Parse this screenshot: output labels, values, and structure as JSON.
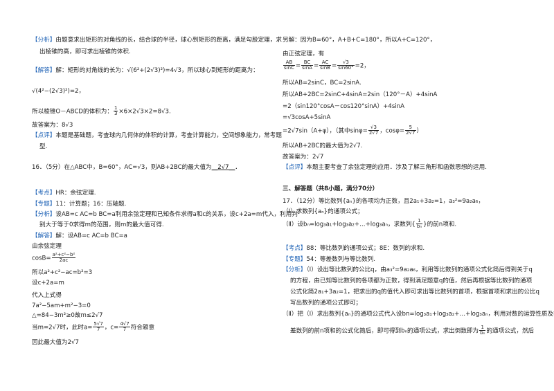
{
  "left_column": {
    "analysis_tag": "【分析】",
    "analysis_line1": "由题意求出矩形的对角线的长，结合球的半径，球心到矩形的距离，满足勾股定理，求",
    "analysis_line2": "出棱锥的高，即可求出棱锥的体积.",
    "solution_tag": "【解答】",
    "solution_line1": "解：矩形的对角线的长为：√(6²+(2√3)²)=4√3，所以球心到矩形的距离为：",
    "solution_line2": "√(4²−(2√3)²)=2，",
    "volume_prefix": "所以棱锥O－ABCD的体积为：",
    "volume_frac_num": "1",
    "volume_frac_den": "3",
    "volume_suffix": "×6×2√3×2=8√3.",
    "answer_line": "故答案为：8√3",
    "comment_tag": "【点评】",
    "comment_line1": "本题是基础题，考查球内几何体的体积的计算，考查计算能力，空间想象能力，常考题",
    "comment_line2": "型.",
    "q16_line": "16．（5分）在△ABC中，B=60°，AC=√3，则AB+2BC的最大值为",
    "q16_blank": "2√7",
    "q16_end": "．",
    "kaodian_tag": "【考点】",
    "kaodian_text": "HR：余弦定理.",
    "zhuanti_tag": "【专题】",
    "zhuanti_text": "11：计算题；16：压轴题.",
    "fenxi_tag": "【分析】",
    "fenxi_line1": "设AB=c AC=b BC=a利用余弦定理和已知条件求得a和c的关系，设c+2a=m代入，利用判",
    "fenxi_line2": "别大于等于0求得m的范围，则m的最大值可得.",
    "jieda_tag": "【解答】",
    "jieda_text": "解：设AB=c AC=b BC=a",
    "by_cos_law": "由余弦定理",
    "cos_prefix": "cosB=",
    "cos_num": "a²+c²−b²",
    "cos_den": "2ac",
    "so_line": "所以a²+c²−ac=b²=3",
    "set_line": "设c+2a=m",
    "sub_line": "代入上式得",
    "eq_line": "7a²−5am+m²−3=0",
    "delta_line": "△=84−3m²≥0故m≤2√7",
    "final_prefix": "当m=2√7时，此时a=",
    "a_num": "5√7",
    "a_den": "7",
    "final_mid": "，c=",
    "c_num": "4√7",
    "c_den": "7",
    "final_suffix": "符合题意",
    "conclusion": "因此最大值为2√7"
  },
  "right_column": {
    "alt_line": "另解：因为B=60°，A+B+C=180°，所以A+C=120°，",
    "by_sine_law": "由正弦定理，有",
    "sine_f1_num": "AB",
    "sine_f1_den": "sinC",
    "sine_f2_num": "BC",
    "sine_f2_den": "sinA",
    "sine_f3_num": "AC",
    "sine_f3_den": "sinB",
    "sine_f4_num": "√3",
    "sine_f4_den": "sin60°",
    "sine_end": "=2，",
    "so_ab": "所以AB=2sinC，BC=2sinA.",
    "so_sum": "所以AB+2BC=2sinC+4sinA=2sin（120°－A）+4sinA",
    "expand": "=2（sin120°cosA－cos120°sinA）+4sinA",
    "simplify": "=√3cosA+5sinA",
    "phi_prefix": "=2√7sin（A+φ），（其中sinφ=",
    "phi_s_num": "√3",
    "phi_s_den": "2√7",
    "phi_mid": "，cosφ=",
    "phi_c_num": "5",
    "phi_c_den": "2√7",
    "phi_end": "）",
    "max_line": "所以AB+2BC的最大值为2√7.",
    "answer_line": "故答案为：2√7",
    "comment_tag": "【点评】",
    "comment_text": "本题主要考查了余弦定理的应用．涉及了解三角形和函数思想的运用.",
    "section_title": "三、解答题（共8小题，满分70分）",
    "q17_line": "17．（12分）等比数列{aₙ}的各项均为正数，且2a₁+3a₂=1，a₃²=9a₂a₆，",
    "q17_part1": "（Ⅰ）求数列{aₙ}的通项公式；",
    "q17_part2_prefix": "（Ⅱ）设bₙ=log₃a₁+log₃a₂+…+log₃aₙ，求数列{",
    "q17_part2_num": "1",
    "q17_part2_den": "bₙ",
    "q17_part2_suffix": "}的前n项和.",
    "kaodian_tag": "【考点】",
    "kaodian_text": "88：等比数列的通项公式；8E：数列的求和.",
    "zhuanti_tag": "【专题】",
    "zhuanti_text": "54：等差数列与等比数列.",
    "fenxi_tag": "【分析】",
    "fenxi_line1": "（Ⅰ）设出等比数列的公比q，由a₃²=9a₂a₆，利用等比数列的通项公式化简后得到关于q",
    "fenxi_line2": "的方程，由已知等比数列的各项都为正数，得到满足题意q的值，然后再根据等比数列的通项",
    "fenxi_line3": "公式化简2a₁+3a₂=1，把求出的q的值代入即可求出等比数列的首项，根据首项和求出的公比q",
    "fenxi_line4": "写出数列的通项公式即可；",
    "fenxi_line5": "（Ⅱ）把（Ⅰ）求出数列{aₙ}的通项公式代入设bn=log₃a₁+log₃a₂+…+log₃aₙ，利用对数的运算性质及等",
    "fenxi_line6_prefix": "差数列的前n项和的公式化简后，即可得到bₙ的通项公式，求出倒数即为",
    "fenxi_line6_num": "1",
    "fenxi_line6_den": "bₙ",
    "fenxi_line6_suffix": "的通项公式，然后"
  }
}
